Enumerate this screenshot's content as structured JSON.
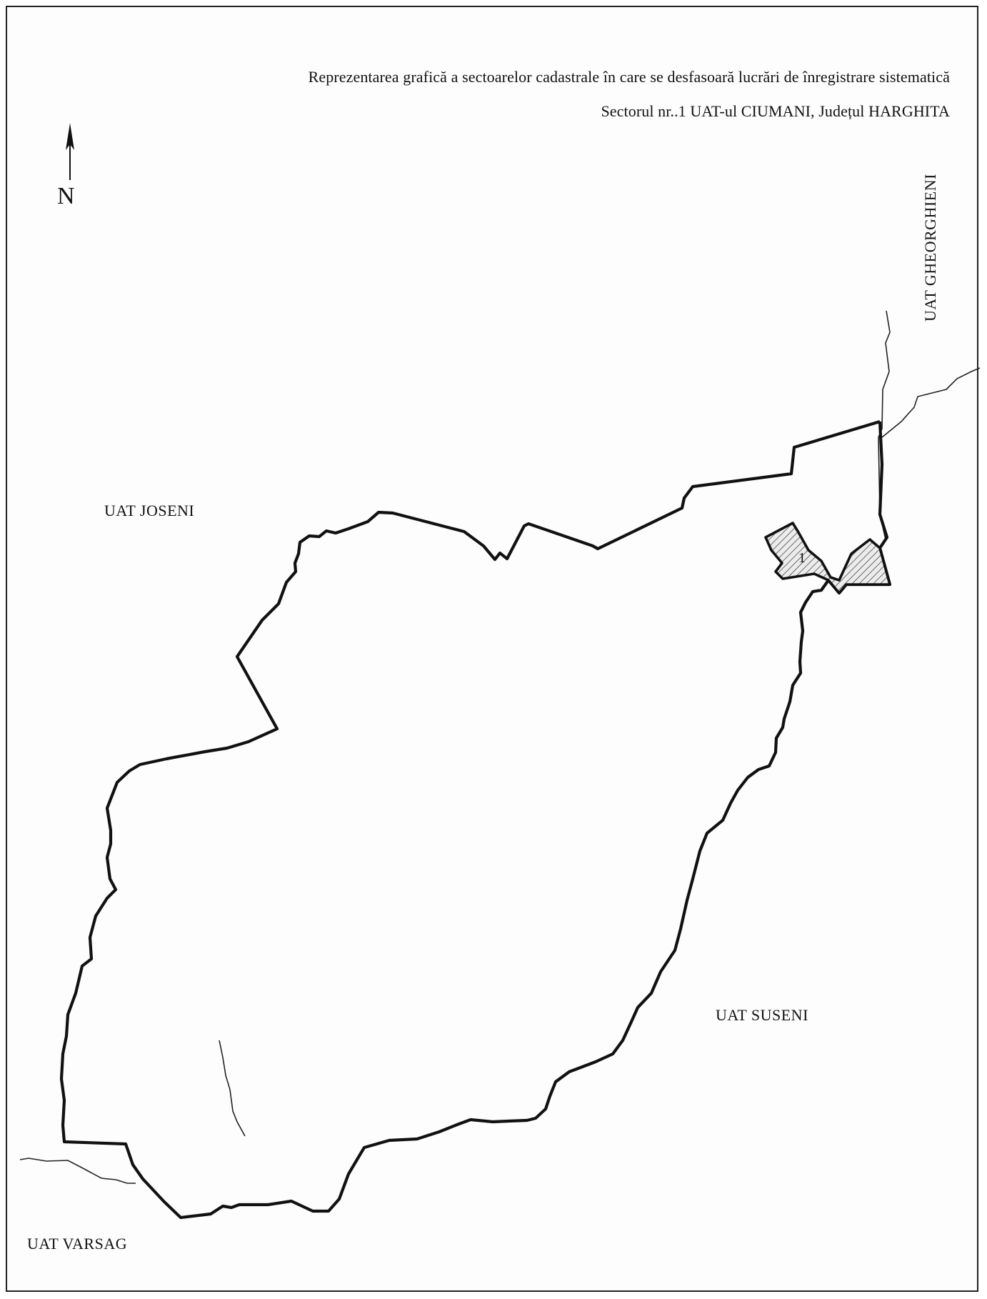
{
  "map": {
    "title_line1": "Reprezentarea grafică a sectoarelor cadastrale în care se desfasoară lucrări de înregistrare sistematică",
    "title_line2": "Sectorul nr..1  UAT-ul CIUMANI, Județul HARGHITA",
    "north_label": "N",
    "sector_label": "1",
    "neighbors": {
      "joseni": "UAT JOSENI",
      "gheorgheni": "UAT GHEORGHIENI",
      "suseni": "UAT SUSENI",
      "varsag": "UAT VARSAG"
    },
    "colors": {
      "boundary": "#111111",
      "background": "#ffffff",
      "hatch": "#333333",
      "sector_fill": "#e6e6e6"
    },
    "icons": {
      "north_arrow": "north-arrow-icon"
    }
  }
}
